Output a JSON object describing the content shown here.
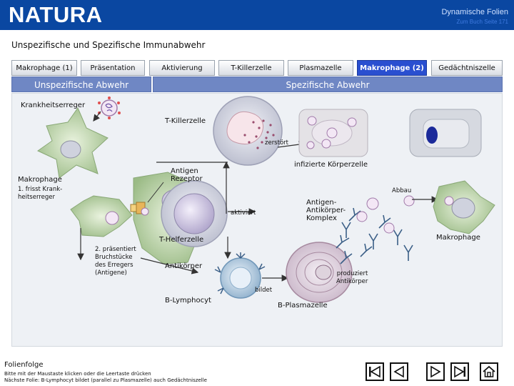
{
  "header": {
    "logo": "NATURA",
    "subtitle": "Dynamische Folien",
    "subtitle2": "Zum Buch Seite 171"
  },
  "page_title": "Unspezifische und Spezifische Immunabwehr",
  "steps": [
    {
      "label": "Makrophage (1)",
      "active": false
    },
    {
      "label": "Präsentation",
      "active": false
    },
    {
      "label": "Aktivierung",
      "active": false
    },
    {
      "label": "T-Killerzelle",
      "active": false
    },
    {
      "label": "Plasmazelle",
      "active": false
    },
    {
      "label": "Makrophage (2)",
      "active": true
    },
    {
      "label": "Gedächtniszelle",
      "active": false
    }
  ],
  "phases": {
    "unspecific": "Unspezifische Abwehr",
    "specific": "Spezifische Abwehr"
  },
  "labels": {
    "krankheitserreger": "Krankheitserreger",
    "t_killerzelle": "T-Killerzelle",
    "zerstoert": "zerstört",
    "infizierte": "infizierte Körperzelle",
    "antigen_rezeptor": "Antigen\nRezeptor",
    "makrophage_left": "Makrophage",
    "frisst": "1. frisst Krank-\nheitserreger",
    "abbau": "Abbau",
    "aktiviert": "aktiviert",
    "komplex": "Antigen-\nAntikörper-\nKomplex",
    "t_helferzelle": "T-Helferzelle",
    "makrophage_right": "Makrophage",
    "praesentiert": "2. präsentiert\nBruchstücke\ndes Erregers\n(Antigene)",
    "antikoerper": "Antikörper",
    "produziert": "produziert\nAntikörper",
    "bildet": "bildet",
    "b_lymphocyt": "B-Lymphocyt",
    "b_plasmazelle": "B-Plasmazelle"
  },
  "footer": {
    "title": "Folienfolge",
    "line1": "Bitte mit der Maustaste klicken oder die Leertaste drücken",
    "line2": "Nächste Folie: B-Lymphocyt bildet (parallel zu Plasmazelle) auch Gedächtniszelle"
  },
  "nav": [
    "first-icon",
    "prev-icon",
    "next-icon",
    "last-icon",
    "home-icon"
  ],
  "colors": {
    "header": "#0a47a1",
    "active_step": "#2a4fd0",
    "phase": "#6f87c4",
    "stage": "#eef1f5"
  }
}
